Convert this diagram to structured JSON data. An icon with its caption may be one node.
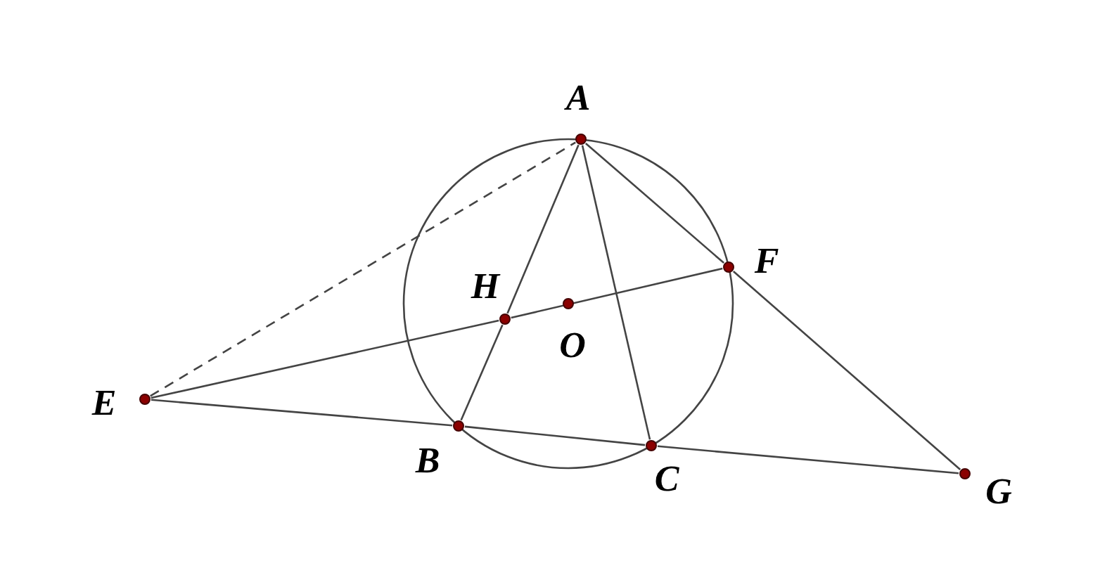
{
  "diagram": {
    "nodes": [
      {
        "text": [
          "A"
        ]
      },
      {
        "text": [
          "F"
        ]
      },
      {
        "text": [
          "H"
        ]
      },
      {
        "text": [
          "O"
        ]
      },
      {
        "text": [
          "E"
        ]
      },
      {
        "text": [
          "B"
        ]
      },
      {
        "text": [
          "C"
        ]
      },
      {
        "text": [
          "G"
        ]
      }
    ],
    "edges": [
      {
        "from": 4,
        "to": 0,
        "arrow": "none",
        "style": "dashed"
      },
      {
        "from": 0,
        "to": 2,
        "arrow": "none"
      },
      {
        "from": 2,
        "to": 5,
        "arrow": "none"
      },
      {
        "from": 0,
        "to": 6,
        "arrow": "none"
      },
      {
        "from": 0,
        "to": 1,
        "arrow": "none"
      },
      {
        "from": 1,
        "to": 7,
        "arrow": "none"
      },
      {
        "from": 4,
        "to": 2,
        "arrow": "none"
      },
      {
        "from": 2,
        "to": 1,
        "arrow": "none"
      },
      {
        "from": 4,
        "to": 5,
        "arrow": "none"
      },
      {
        "from": 5,
        "to": 6,
        "arrow": "none"
      },
      {
        "from": 6,
        "to": 7,
        "arrow": "none"
      }
    ]
  }
}
